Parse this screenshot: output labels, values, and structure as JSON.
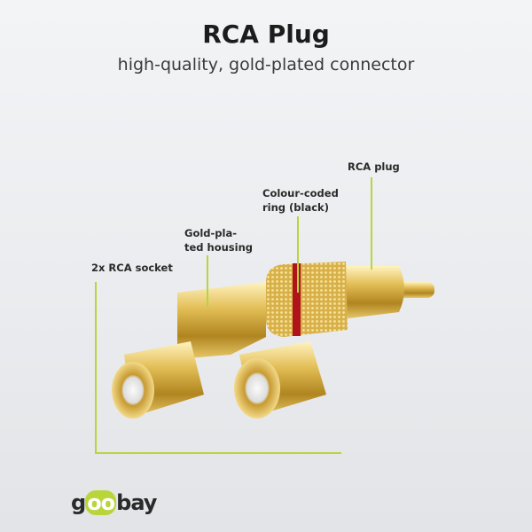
{
  "header": {
    "title": "RCA Plug",
    "subtitle": "high-quality, gold-plated connector"
  },
  "callouts": [
    {
      "label": "RCA plug"
    },
    {
      "label_line1": "Colour-coded",
      "label_line2": "ring (black)"
    },
    {
      "label_line1": "Gold-pla-",
      "label_line2": "ted housing"
    },
    {
      "label": "2x RCA socket"
    }
  ],
  "brand": {
    "logo_text": "goobay",
    "accent": "#b8d53a"
  },
  "colors": {
    "callout_line": "#b8d53a",
    "gold": "#d9b44a",
    "ring": "#b0141a"
  }
}
